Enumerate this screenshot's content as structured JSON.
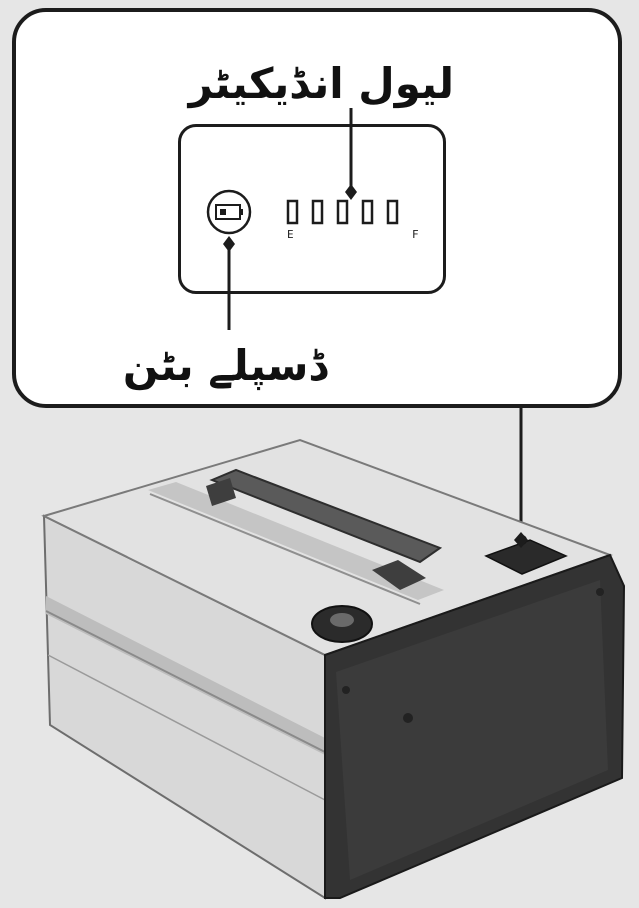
{
  "callout": {
    "level_indicator_label": "لیول انڈیکیٹر",
    "display_button_label": "ڈسپلے بٹن"
  },
  "display_panel": {
    "scale_start_label": "E",
    "scale_end_label": "F",
    "segment_count": 5
  },
  "colors": {
    "background": "#e6e6e6",
    "outline": "#1c1c1c",
    "callout_fill": "#ffffff",
    "casing_light": "#d9d9d9",
    "casing_dark": "#303030"
  },
  "icons": {
    "display_button": "battery-icon"
  }
}
